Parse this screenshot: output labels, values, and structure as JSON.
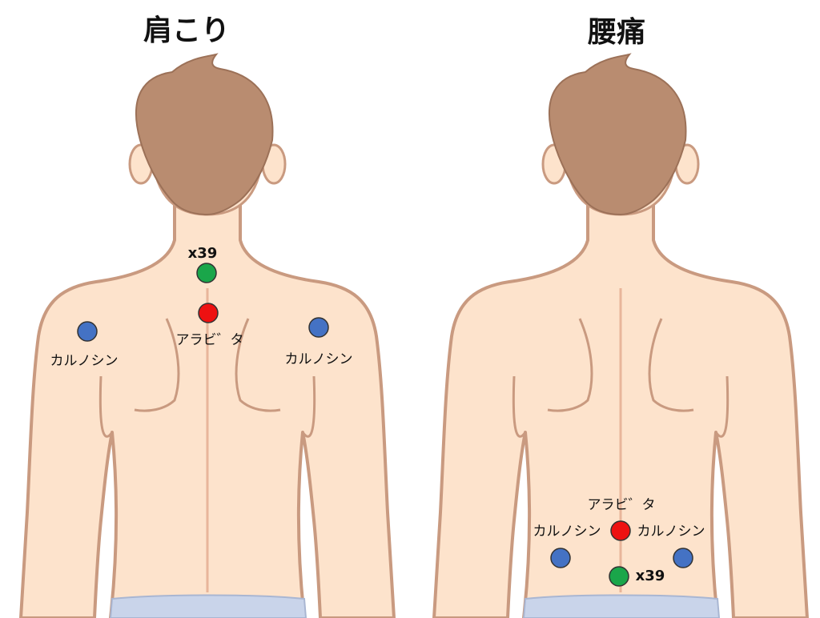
{
  "panels": [
    {
      "title": "肩こり",
      "points": {
        "x39_label": "x39",
        "arabita_label": "アラビ゛タ",
        "carnosine_left_label": "カルノシン",
        "carnosine_right_label": "カルノシン"
      }
    },
    {
      "title": "腰痛",
      "points": {
        "x39_label": "x39",
        "arabita_label": "アラビ゛タ",
        "carnosine_left_label": "カルノシン",
        "carnosine_right_label": "カルノシン"
      }
    }
  ],
  "colors": {
    "x39": "#1aa64a",
    "arabita": "#ee1111",
    "carnosine": "#4472c4",
    "skin": "#fde3cc",
    "outline": "#c99a80",
    "hair": "#b98c70",
    "shorts": "#c9d4ea"
  }
}
